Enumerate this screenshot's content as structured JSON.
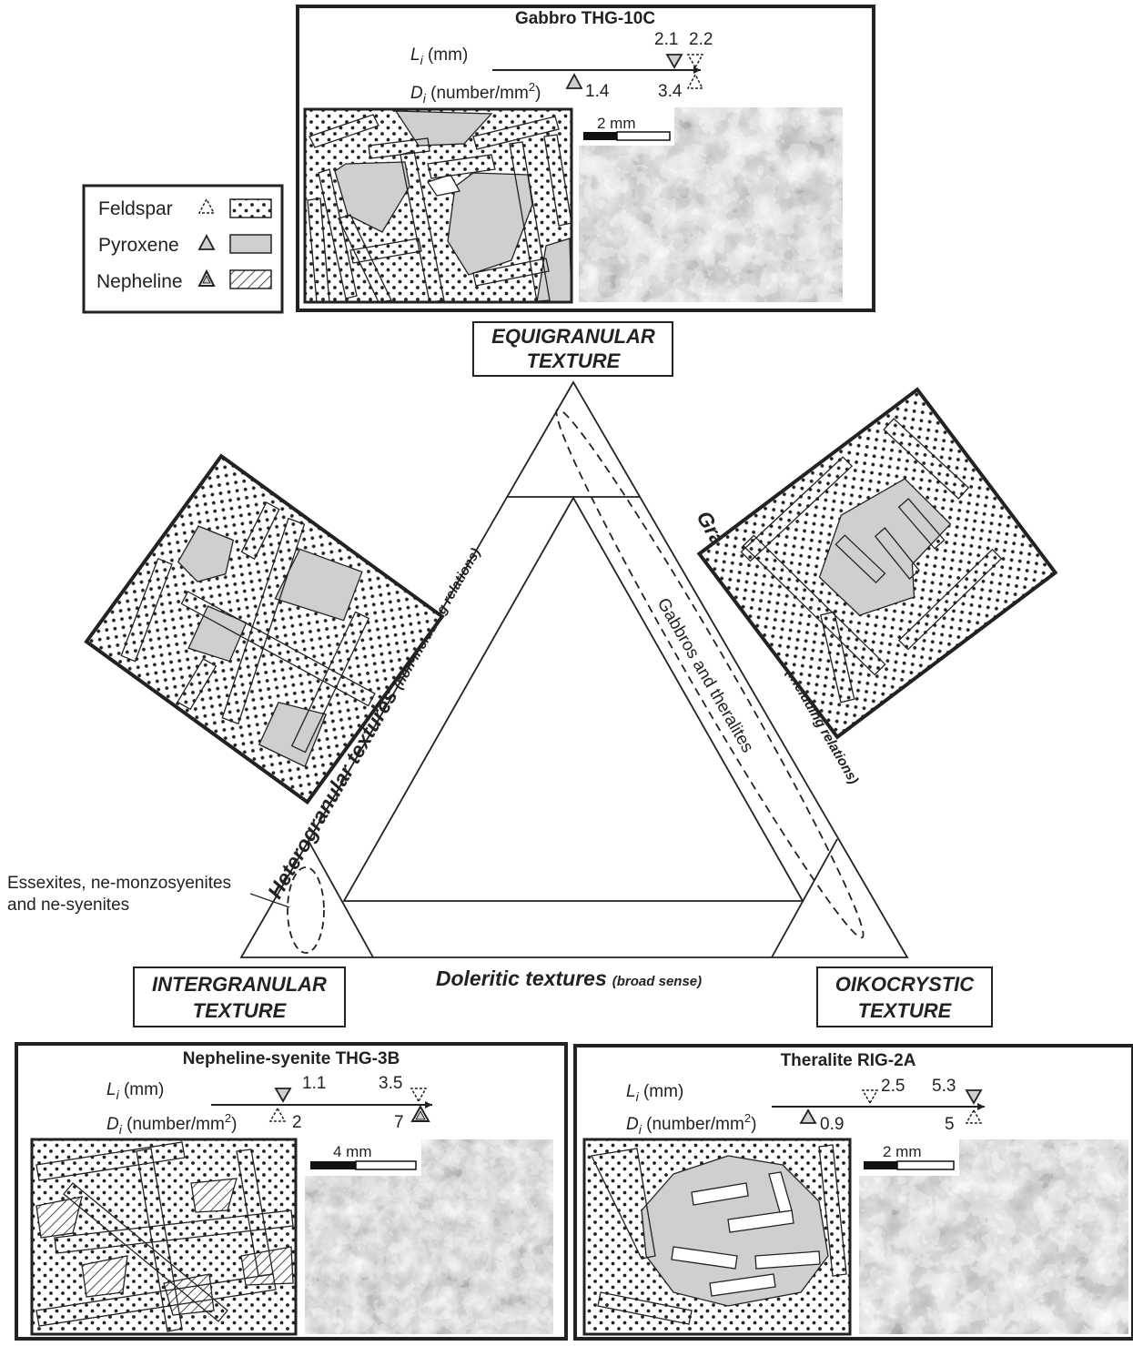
{
  "legend": {
    "feldspar": "Feldspar",
    "pyroxene": "Pyroxene",
    "nepheline": "Nepheline"
  },
  "vertices": {
    "top": [
      "EQUIGRANULAR",
      "TEXTURE"
    ],
    "left": [
      "INTERGRANULAR",
      "TEXTURE"
    ],
    "right": [
      "OIKOCRYSTIC",
      "TEXTURE"
    ]
  },
  "edges": {
    "left_main": "Heterogranular textures",
    "left_sub": "(non-including relations)",
    "right_main": "Granular textures",
    "right_sub": "(including relations)",
    "bottom_main": "Doleritic textures",
    "bottom_sub": "(broad sense)"
  },
  "annotations": {
    "gabbros": "Gabbros and theralites",
    "essexites_1": "Essexites, ne-monzosyenites",
    "essexites_2": "and ne-syenites"
  },
  "samples": {
    "top": {
      "title": "Gabbro THG-10C",
      "li_label": "L",
      "li_sub": "i",
      "li_unit": " (mm)",
      "di_label": "D",
      "di_sub": "i",
      "di_unit": " (number/mm",
      "di_sup": "2",
      "di_close": ")",
      "scale": "2 mm",
      "vals": [
        "2.1",
        "2.2",
        "1.4",
        "3.4"
      ]
    },
    "left": {
      "title": "Nepheline-syenite THG-3B",
      "scale": "4 mm",
      "vals": [
        "1.1",
        "3.5",
        "2",
        "7"
      ]
    },
    "right": {
      "title": "Theralite RIG-2A",
      "scale": "2 mm",
      "vals": [
        "2.5",
        "5.3",
        "0.9",
        "5"
      ]
    }
  },
  "colors": {
    "pyroxene": "#cfcfcf",
    "line": "#222222",
    "photo_dark": "#4a4a4a"
  }
}
